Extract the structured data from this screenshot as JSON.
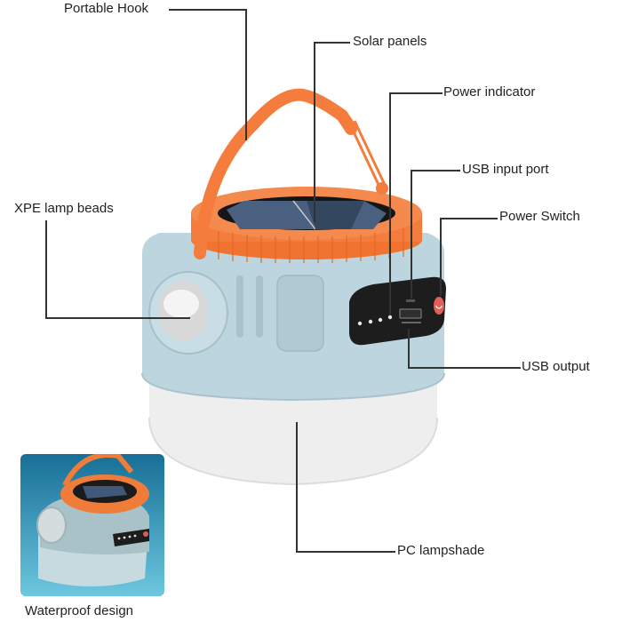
{
  "diagram": {
    "type": "product-feature-callouts",
    "subject": "Solar camping lantern",
    "colors": {
      "handle_orange": "#f47c3c",
      "body_lightblue": "#b9d3dc",
      "shade_white": "#ececec",
      "panel_black": "#1c1c1c",
      "solar_blue": "#3a4f6e",
      "line": "#333333",
      "inset_water": "#1f86b0"
    },
    "callouts": [
      {
        "id": "portable-hook",
        "label": "Portable Hook"
      },
      {
        "id": "solar-panels",
        "label": "Solar panels"
      },
      {
        "id": "power-indicator",
        "label": "Power indicator"
      },
      {
        "id": "usb-input-port",
        "label": "USB input port"
      },
      {
        "id": "power-switch",
        "label": "Power Switch"
      },
      {
        "id": "xpe-lamp-beads",
        "label": "XPE lamp beads"
      },
      {
        "id": "usb-output",
        "label": "USB output"
      },
      {
        "id": "pc-lampshade",
        "label": "PC lampshade"
      }
    ],
    "inset": {
      "caption": "Waterproof design"
    },
    "indicator_led_count": 4
  }
}
